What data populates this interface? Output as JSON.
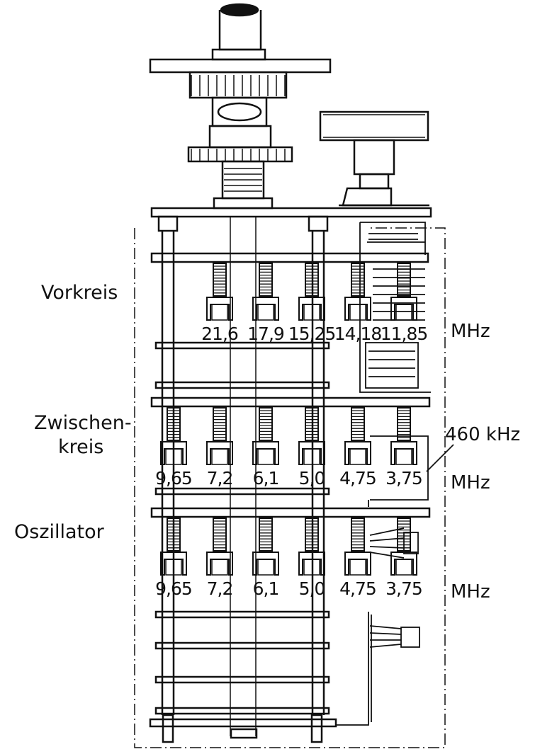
{
  "sections": [
    {
      "label_lines": [
        "Vorkreis"
      ],
      "unit": "MHz",
      "coils": [
        "21,6",
        "17,9",
        "15,25",
        "14,18",
        "11,85"
      ]
    },
    {
      "label_lines": [
        "Zwischen-",
        "kreis"
      ],
      "unit": "MHz",
      "coils": [
        "9,65",
        "7,2",
        "6,1",
        "5,0",
        "4,75",
        "3,75"
      ]
    },
    {
      "label_lines": [
        "Oszillator"
      ],
      "unit": "MHz",
      "coils": [
        "9,65",
        "7,2",
        "6,1",
        "5,0",
        "4,75",
        "3,75"
      ]
    }
  ],
  "if_annotation": "460 kHz",
  "colors": {
    "ink": "#111111",
    "background": "#ffffff"
  }
}
